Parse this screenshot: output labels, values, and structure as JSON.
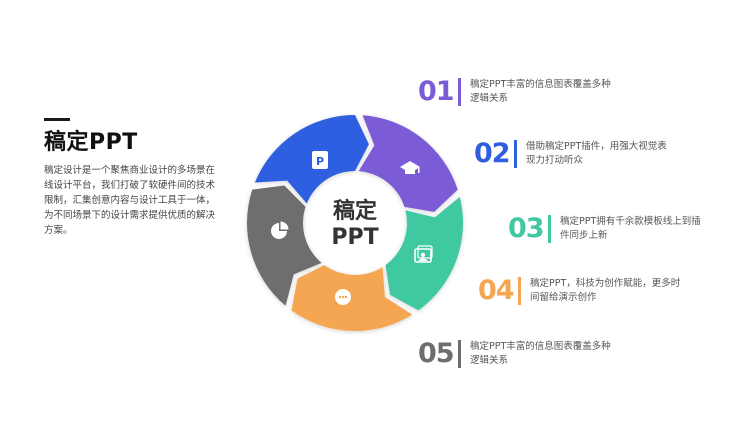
{
  "left": {
    "title": "稿定PPT",
    "description": "稿定设计是一个聚焦商业设计的多场景在线设计平台，我们打破了软硬件间的技术限制，汇集创意内容与设计工具于一体，为不同场景下的设计需求提供优质的解决方案。"
  },
  "center": {
    "line1": "稿定",
    "line2": "PPT"
  },
  "colors": {
    "purple": "#7b5cd6",
    "blue": "#2f5fe0",
    "green": "#40c8a0",
    "orange": "#f5a653",
    "gray": "#6e6e6e"
  },
  "segments": [
    {
      "name": "blue",
      "icon": "ppt-icon",
      "color": "#2f5fe0"
    },
    {
      "name": "purple",
      "icon": "graduation-cap-icon",
      "color": "#7b5cd6"
    },
    {
      "name": "green",
      "icon": "image-gallery-icon",
      "color": "#40c8a0"
    },
    {
      "name": "orange",
      "icon": "chat-bubble-icon",
      "color": "#f5a653"
    },
    {
      "name": "gray",
      "icon": "pie-chart-icon",
      "color": "#6e6e6e"
    }
  ],
  "items": [
    {
      "number": "01",
      "text": "稿定PPT丰富的信息图表覆盖多种逻辑关系",
      "color": "#7b5cd6"
    },
    {
      "number": "02",
      "text": "借助稿定PPT插件，用强大视觉表现力打动听众",
      "color": "#2f5fe0"
    },
    {
      "number": "03",
      "text": "稿定PPT拥有千余款模板线上到插件同步上新",
      "color": "#40c8a0"
    },
    {
      "number": "04",
      "text": "稿定PPT，科技为创作赋能，更多时间留给演示创作",
      "color": "#f5a653"
    },
    {
      "number": "05",
      "text": "稿定PPT丰富的信息图表覆盖多种逻辑关系",
      "color": "#6e6e6e"
    }
  ]
}
